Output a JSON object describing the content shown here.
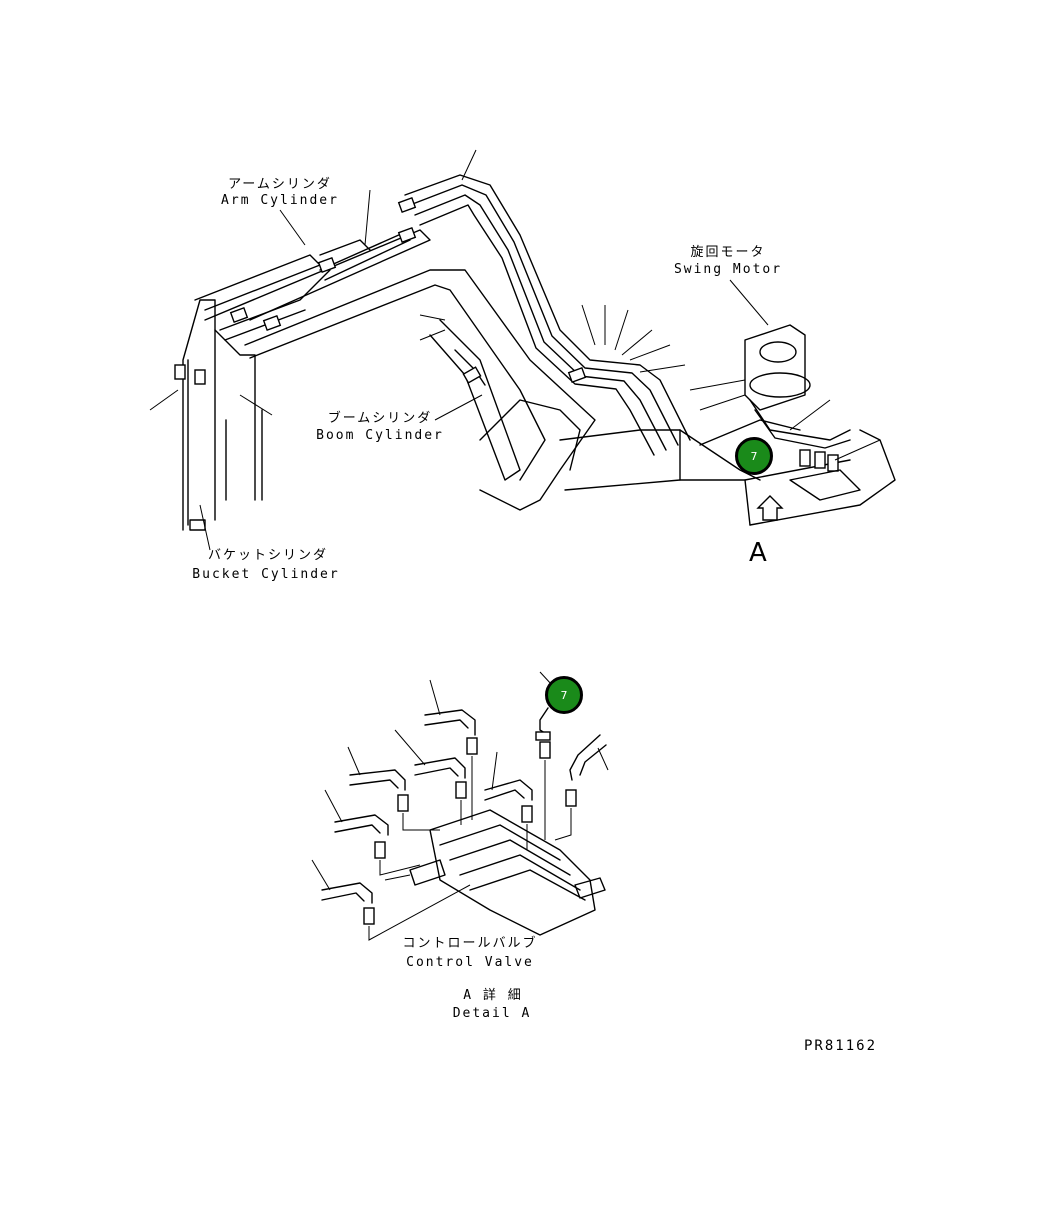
{
  "labels": {
    "arm_cylinder_ja": "アームシリンダ",
    "arm_cylinder_en": "Arm Cylinder",
    "swing_motor_ja": "旋回モータ",
    "swing_motor_en": "Swing Motor",
    "boom_cylinder_ja": "ブームシリンダ",
    "boom_cylinder_en": "Boom Cylinder",
    "bucket_cylinder_ja": "バケットシリンダ",
    "bucket_cylinder_en": "Bucket Cylinder",
    "view_marker": "A",
    "control_valve_ja": "コントロールバルブ",
    "control_valve_en": "Control Valve",
    "detail_ja": "A 詳 細",
    "detail_en": "Detail A",
    "drawing_number": "PR81162"
  },
  "callouts": {
    "top": "7",
    "bottom": "7"
  },
  "colors": {
    "callout_fill": "#1a8a1a",
    "line": "#000000",
    "background": "#ffffff"
  }
}
